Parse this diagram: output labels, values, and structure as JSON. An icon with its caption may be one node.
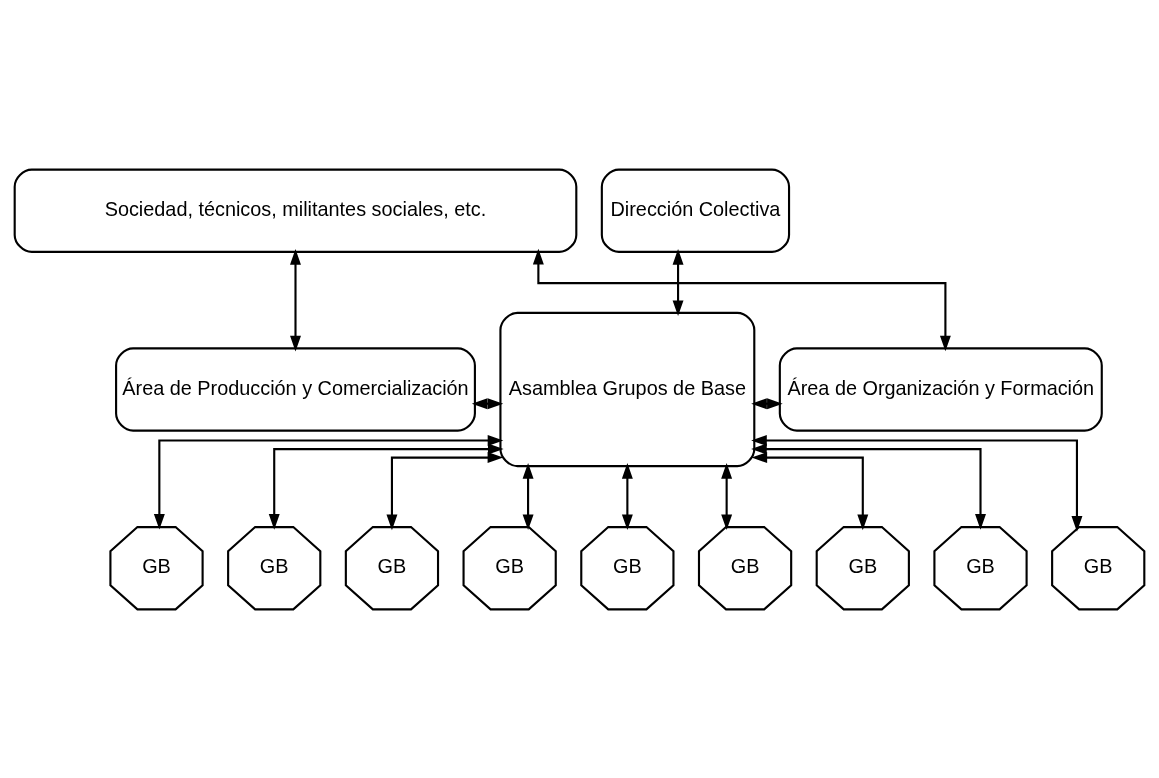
{
  "diagram": {
    "nodes": [
      {
        "text": [
          "Sociedad, técnicos, militantes sociales, etc."
        ]
      },
      {
        "text": [
          "Dirección Colectiva"
        ]
      },
      {
        "text": [
          "Asamblea Grupos de Base"
        ]
      },
      {
        "text": [
          "Área de Producción y Comercialización"
        ]
      },
      {
        "text": [
          "Área de Organización y Formación"
        ]
      },
      {
        "text": [
          "GB"
        ]
      },
      {
        "text": [
          "GB"
        ]
      },
      {
        "text": [
          "GB"
        ]
      },
      {
        "text": [
          "GB"
        ]
      },
      {
        "text": [
          "GB"
        ]
      },
      {
        "text": [
          "GB"
        ]
      },
      {
        "text": [
          "GB"
        ]
      },
      {
        "text": [
          "GB"
        ]
      },
      {
        "text": [
          "GB"
        ]
      }
    ],
    "edges": [
      {
        "from": 0,
        "to": 3,
        "arrow": "both"
      },
      {
        "from": 0,
        "to": 4,
        "arrow": "both"
      },
      {
        "from": 1,
        "to": 2,
        "arrow": "both"
      },
      {
        "from": 3,
        "to": 2,
        "arrow": "both"
      },
      {
        "from": 4,
        "to": 2,
        "arrow": "both"
      },
      {
        "from": 2,
        "to": 5,
        "arrow": "both"
      },
      {
        "from": 2,
        "to": 6,
        "arrow": "both"
      },
      {
        "from": 2,
        "to": 7,
        "arrow": "both"
      },
      {
        "from": 2,
        "to": 8,
        "arrow": "both"
      },
      {
        "from": 2,
        "to": 9,
        "arrow": "both"
      },
      {
        "from": 2,
        "to": 10,
        "arrow": "both"
      },
      {
        "from": 2,
        "to": 11,
        "arrow": "both"
      },
      {
        "from": 2,
        "to": 12,
        "arrow": "both"
      },
      {
        "from": 2,
        "to": 13,
        "arrow": "both"
      }
    ]
  }
}
